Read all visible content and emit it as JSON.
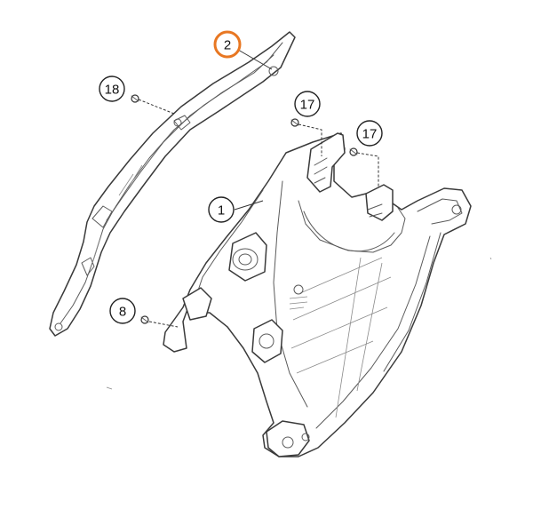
{
  "callouts": {
    "c2": {
      "label": "2",
      "color": "#E87722"
    },
    "c18": {
      "label": "18"
    },
    "c17a": {
      "label": "17"
    },
    "c17b": {
      "label": "17"
    },
    "c1": {
      "label": "1"
    },
    "c8": {
      "label": "8"
    }
  },
  "colors": {
    "highlight": "#E87722",
    "line": "#3a3a3a"
  }
}
